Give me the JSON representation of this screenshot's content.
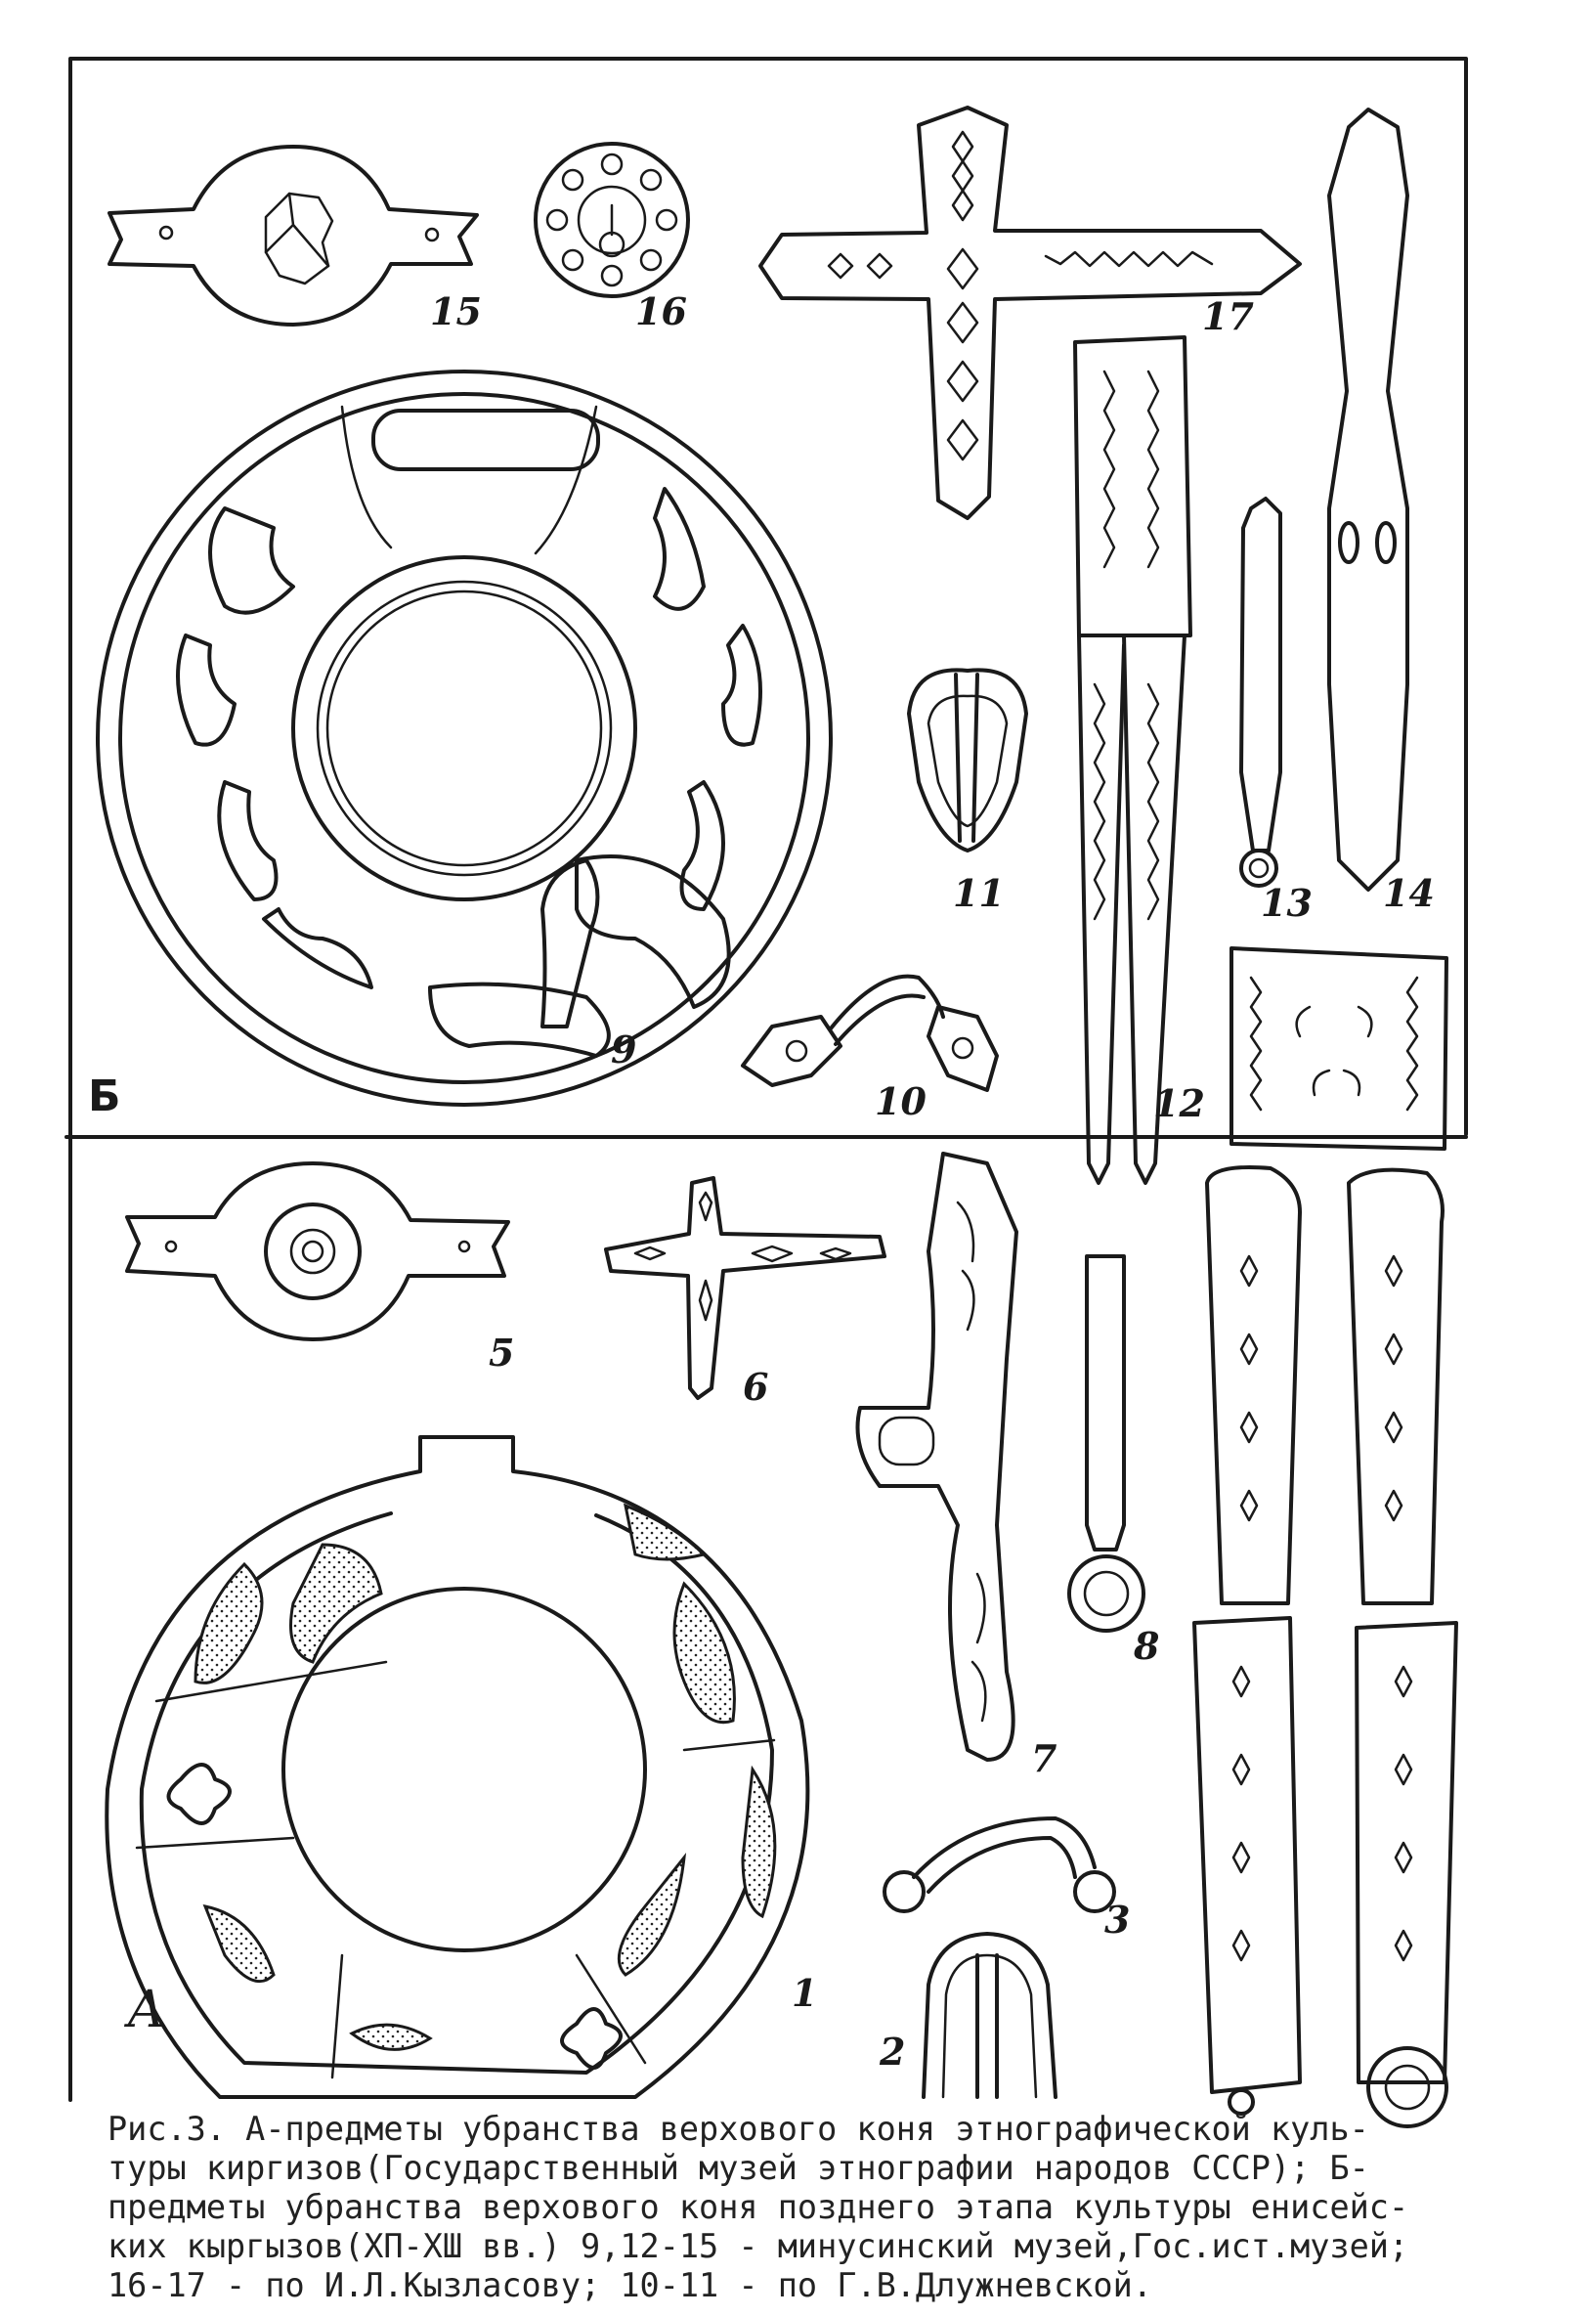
{
  "figure": {
    "section_labels": {
      "b": "Б",
      "a": "А"
    },
    "item_numbers": {
      "n1": "1",
      "n2": "2",
      "n3": "3",
      "n5": "5",
      "n6": "6",
      "n7": "7",
      "n8": "8",
      "n9": "9",
      "n10": "10",
      "n11": "11",
      "n12": "12",
      "n13": "13",
      "n14": "14",
      "n15": "15",
      "n16": "16",
      "n17": "17"
    }
  },
  "caption": {
    "line1": "Рис.3. А-предметы убранства верхового коня этнографической куль-",
    "line2": "туры киргизов(Государственный музей этнографии народов СССР); Б-",
    "line3": "предметы убранства верхового коня позднего этапа культуры енисейс-",
    "line4": "ких кыргызов(ХП-ХШ вв.) 9,12-15 - минусинский музей,Гос.ист.музей;",
    "line5": "16-17 - по И.Л.Кызласову; 10-11 - по Г.В.Длужневской."
  },
  "colors": {
    "ink": "#1a1a1a",
    "paper": "#ffffff"
  }
}
